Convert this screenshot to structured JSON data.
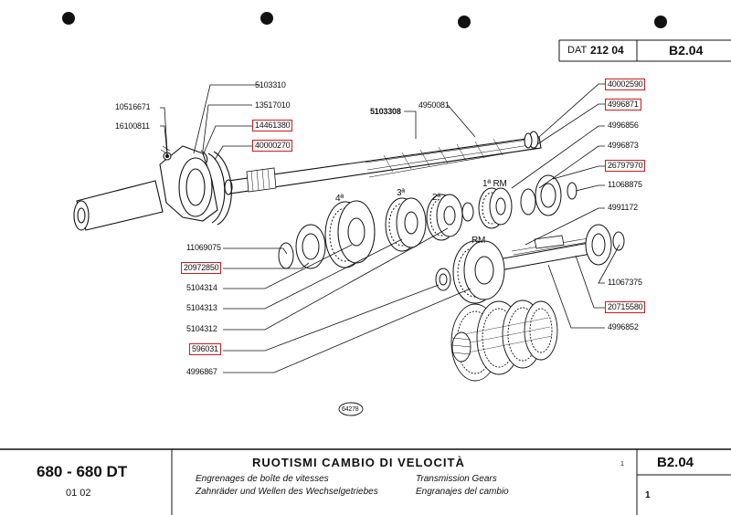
{
  "header": {
    "dat_label": "DAT",
    "dat_number": "212 04",
    "page_code": "B2.04"
  },
  "title_block": {
    "model": "680 - 680 DT",
    "model_sub": "01    02",
    "title_it": "RUOTISMI  CAMBIO  DI  VELOCITÀ",
    "title_fr": "Engrenages de boîte de vitesses",
    "title_de": "Zahnräder und Wellen des Wechselgetriebes",
    "title_en": "Transmission Gears",
    "title_es": "Engranajes del cambio",
    "small_mark": "1",
    "page_code": "B2.04",
    "page_num": "1"
  },
  "figure_number": "64278",
  "gear_labels": {
    "g4": "4ª",
    "g3": "3ª",
    "g2": "2ª",
    "g1rm": "1ª RM",
    "rm": "RM"
  },
  "parts": {
    "p5103310": "5103310",
    "p10516671": "10516671",
    "p13517010": "13517010",
    "p16100811": "16100811",
    "p14461380": "14461380",
    "p40000270": "40000270",
    "p5103308": "5103308",
    "p4950081": "4950081",
    "p40002590": "40002590",
    "p4996871": "4996871",
    "p4996856": "4996856",
    "p4996873": "4996873",
    "p26797970": "26797970",
    "p11068875": "11068875",
    "p4991172": "4991172",
    "p11069075": "11069075",
    "p20972850": "20972850",
    "p5104314": "5104314",
    "p5104313": "5104313",
    "p5104312": "5104312",
    "p596031": "596031",
    "p4996867": "4996867",
    "p11067375": "11067375",
    "p20715580": "20715580",
    "p4996852": "4996852"
  },
  "highlight_color": "#d0191d"
}
